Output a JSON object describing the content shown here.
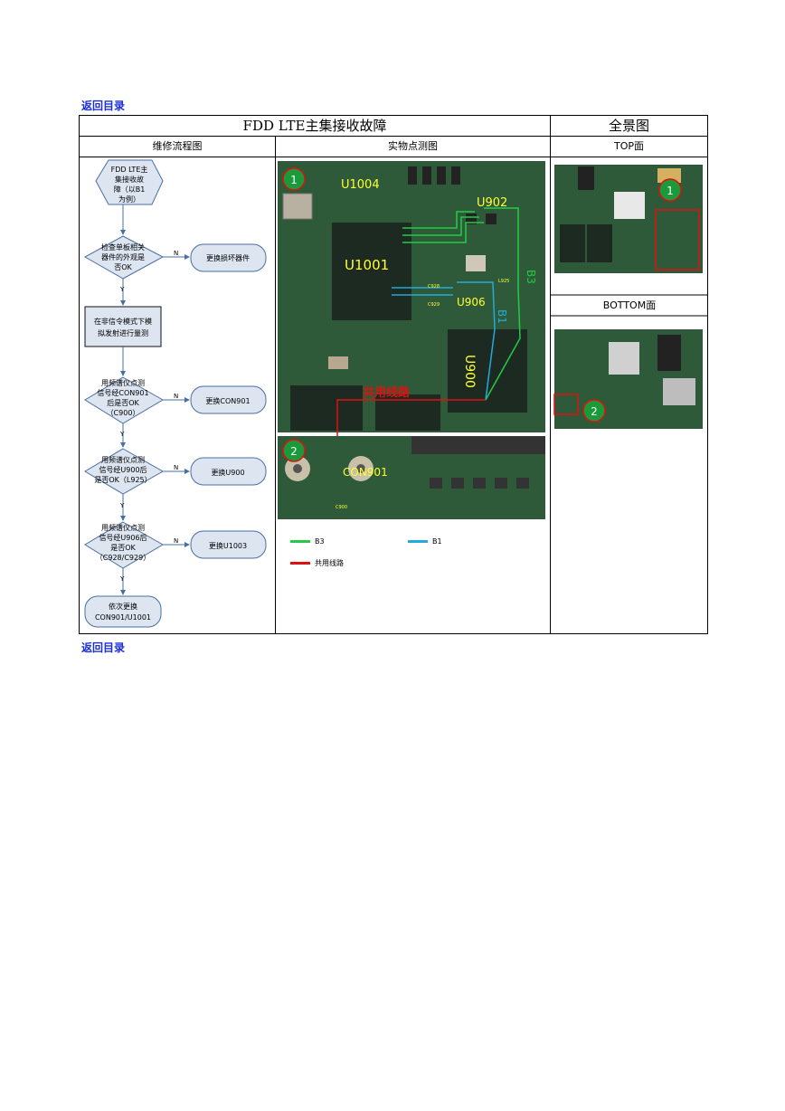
{
  "nav": {
    "back_top": "返回目录",
    "back_bottom": "返回目录"
  },
  "table": {
    "title_main": "FDD LTE主集接收故障",
    "title_overview": "全景图",
    "col_flow": "维修流程图",
    "col_photo": "实物点测图",
    "col_top": "TOP面",
    "col_bottom": "BOTTOM面"
  },
  "flow": {
    "start_l1": "FDD LTE主",
    "start_l2": "集接收故",
    "start_l3": "障（以B1",
    "start_l4": "为例）",
    "d1_l1": "检查单板相关",
    "d1_l2": "器件的外观是",
    "d1_l3": "否OK",
    "a1": "更换损坏器件",
    "p1_l1": "在非信令模式下模",
    "p1_l2": "拟发射进行量测",
    "d2_l1": "用频谱仪点测",
    "d2_l2": "信号经CON901",
    "d2_l3": "后是否OK",
    "d2_l4": "（C900）",
    "a2": "更换CON901",
    "d3_l1": "用频谱仪点测",
    "d3_l2": "信号经U900后",
    "d3_l3": "是否OK（L925）",
    "a3": "更换U900",
    "d4_l1": "用频谱仪点测",
    "d4_l2": "信号经U906后",
    "d4_l3": "是否OK",
    "d4_l4": "（C928/C929）",
    "a4": "更换U1003",
    "end_l1": "依次更换",
    "end_l2": "CON901/U1001",
    "yes": "Y",
    "no": "N"
  },
  "photo": {
    "badge1": "1",
    "badge2": "2",
    "u1004": "U1004",
    "u902": "U902",
    "u1001": "U1001",
    "u906": "U906",
    "u900": "U900",
    "b3": "B3",
    "b1": "B1",
    "shared": "共用线路",
    "con901": "CON901",
    "c928": "C928",
    "c929": "C929",
    "c900": "C900",
    "l925": "L925"
  },
  "legend": {
    "b3": "B3",
    "b1": "B1",
    "shared": "共用线路"
  },
  "colors": {
    "link": "#1a2fd6",
    "flow_fill": "#dde5f1",
    "flow_stroke": "#4a6fa5",
    "b3": "#22cc44",
    "b1": "#22aadd",
    "shared": "#e01010",
    "badge": "#1a9a3a",
    "pcb": "#2f5a3a"
  }
}
